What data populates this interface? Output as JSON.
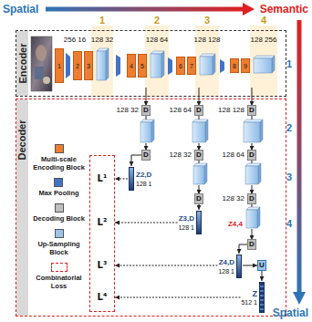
{
  "diagram": {
    "nodes": [
      {
        "text": [
          "Encoder"
        ]
      },
      {
        "text": [
          "Decoder"
        ]
      },
      {
        "text": [
          "1"
        ],
        "in": 0
      },
      {
        "text": [
          "2"
        ],
        "in": 0
      },
      {
        "text": [
          "3"
        ],
        "in": 0
      },
      {
        "text": [
          "4"
        ],
        "in": 0
      },
      {
        "text": [
          "5"
        ],
        "in": 0
      },
      {
        "text": [
          "6"
        ],
        "in": 0
      },
      {
        "text": [
          "7"
        ],
        "in": 0
      },
      {
        "text": [
          "8"
        ],
        "in": 0
      },
      {
        "text": [
          "9"
        ],
        "in": 0
      },
      {
        "text": [
          "L¹",
          "L²",
          "L³",
          "L⁴"
        ],
        "in": 1
      },
      {
        "text": [
          "D"
        ],
        "in": 1
      },
      {
        "text": [
          "D"
        ],
        "in": 1
      },
      {
        "text": [
          "D"
        ],
        "in": 1
      },
      {
        "text": [
          "D"
        ],
        "in": 1
      },
      {
        "text": [
          "D"
        ],
        "in": 1
      },
      {
        "text": [
          "D"
        ],
        "in": 1
      },
      {
        "text": [
          "D"
        ],
        "in": 1
      },
      {
        "text": [
          "D"
        ],
        "in": 1
      },
      {
        "text": [
          "D"
        ],
        "in": 1
      },
      {
        "text": [
          "U"
        ],
        "in": 1
      },
      {
        "text": [
          "Z2,D",
          "128 1"
        ],
        "in": 1
      },
      {
        "text": [
          "Z3,D",
          "128 1"
        ],
        "in": 1
      },
      {
        "text": [
          "Z4,D",
          "128 1"
        ],
        "in": 1
      },
      {
        "text": [
          "Z",
          "512 1"
        ],
        "in": 1
      }
    ],
    "edges": [
      {
        "from": 15,
        "to": 22,
        "arrow": "to"
      },
      {
        "from": 18,
        "to": 23,
        "arrow": "to"
      },
      {
        "from": 20,
        "to": 24,
        "arrow": "to"
      },
      {
        "from": 24,
        "to": 21,
        "arrow": "to"
      },
      {
        "from": 21,
        "to": 25,
        "arrow": "to"
      },
      {
        "from": 22,
        "to": 11,
        "arrow": "to"
      },
      {
        "from": 23,
        "to": 11,
        "arrow": "to"
      },
      {
        "from": 24,
        "to": 11,
        "arrow": "to"
      },
      {
        "from": 25,
        "to": 11,
        "arrow": "to"
      }
    ],
    "labels": [
      "Spatial",
      "Semantic",
      "Spatial",
      "1",
      "2",
      "3",
      "4",
      "1",
      "2",
      "3",
      "4",
      "256 16",
      "128 32",
      "128 64",
      "128 128",
      "128 256",
      "128 32",
      "128 64",
      "128 128",
      "128 32",
      "128 64",
      "128 32",
      "Z4,4"
    ],
    "legend": [
      {
        "text": "Multi-scale Encoding Block",
        "color": "#ed7d31"
      },
      {
        "text": "Max Pooling",
        "color": "#4472c4"
      },
      {
        "text": "Decoding Block",
        "color": "#bfbfbf"
      },
      {
        "text": "Up-Sampling Block",
        "color": "#9dc3e6"
      },
      {
        "text": "Combinatorial Loss"
      }
    ]
  }
}
